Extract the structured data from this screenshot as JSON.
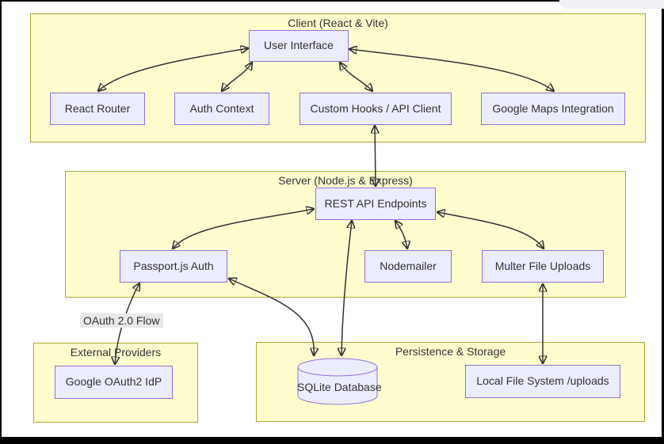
{
  "diagram_type": "architecture-flowchart",
  "colors": {
    "subgraph_fill": "#fdfdce",
    "subgraph_border": "#aaaa33",
    "node_fill": "#ececff",
    "node_border": "#9370db",
    "text": "#333333",
    "arrow": "#333333",
    "edge_label_bg": "#e8e8e8",
    "frame": "#000000",
    "notch": "#eef0f4"
  },
  "subgraphs": {
    "client": {
      "title": "Client (React & Vite)"
    },
    "server": {
      "title": "Server (Node.js & Express)"
    },
    "external": {
      "title": "External Providers"
    },
    "persistence": {
      "title": "Persistence & Storage"
    }
  },
  "nodes": {
    "user_interface": {
      "label": "User Interface",
      "group": "client"
    },
    "react_router": {
      "label": "React Router",
      "group": "client"
    },
    "auth_context": {
      "label": "Auth Context",
      "group": "client"
    },
    "custom_hooks": {
      "label": "Custom Hooks / API Client",
      "group": "client"
    },
    "google_maps": {
      "label": "Google Maps Integration",
      "group": "client"
    },
    "rest_api": {
      "label": "REST API Endpoints",
      "group": "server"
    },
    "passport": {
      "label": "Passport.js Auth",
      "group": "server"
    },
    "nodemailer": {
      "label": "Nodemailer",
      "group": "server"
    },
    "multer": {
      "label": "Multer File Uploads",
      "group": "server"
    },
    "google_oauth": {
      "label": "Google OAuth2 IdP",
      "group": "external"
    },
    "sqlite": {
      "label": "SQLite Database",
      "group": "persistence",
      "shape": "cylinder"
    },
    "local_fs": {
      "label": "Local File System /uploads",
      "group": "persistence"
    }
  },
  "edges": [
    {
      "from": "User Interface",
      "to": "React Router",
      "direction": "both"
    },
    {
      "from": "User Interface",
      "to": "Auth Context",
      "direction": "both"
    },
    {
      "from": "User Interface",
      "to": "Custom Hooks / API Client",
      "direction": "both"
    },
    {
      "from": "User Interface",
      "to": "Google Maps Integration",
      "direction": "both"
    },
    {
      "from": "Custom Hooks / API Client",
      "to": "REST API Endpoints",
      "direction": "both"
    },
    {
      "from": "REST API Endpoints",
      "to": "Passport.js Auth",
      "direction": "both"
    },
    {
      "from": "REST API Endpoints",
      "to": "Nodemailer",
      "direction": "both"
    },
    {
      "from": "REST API Endpoints",
      "to": "Multer File Uploads",
      "direction": "both"
    },
    {
      "from": "Passport.js Auth",
      "to": "Google OAuth2 IdP",
      "direction": "both",
      "label": "OAuth 2.0 Flow"
    },
    {
      "from": "Passport.js Auth",
      "to": "SQLite Database",
      "direction": "both"
    },
    {
      "from": "REST API Endpoints",
      "to": "SQLite Database",
      "direction": "both"
    },
    {
      "from": "Multer File Uploads",
      "to": "Local File System /uploads",
      "direction": "both"
    }
  ]
}
